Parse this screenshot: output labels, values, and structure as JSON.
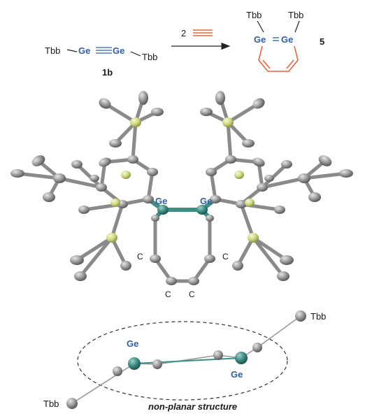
{
  "scheme": {
    "reactant": {
      "left_substituent": "Tbb",
      "ge1": "Ge",
      "ge2": "Ge",
      "right_substituent": "Tbb",
      "compound_number": "1b"
    },
    "reagent": {
      "equivalents": "2"
    },
    "product": {
      "substituent1": "Tbb",
      "substituent2": "Tbb",
      "ge1": "Ge",
      "ge2": "Ge",
      "compound_number": "5"
    }
  },
  "crystal_structure": {
    "ge_label_left": "Ge",
    "ge_label_right": "Ge",
    "carbon_labels": [
      "C",
      "C",
      "C",
      "C"
    ]
  },
  "side_view": {
    "ge_label_left": "Ge",
    "ge_label_right": "Ge",
    "substituent_top": "Tbb",
    "substituent_bottom": "Tbb",
    "caption": "non-planar structure"
  },
  "colors": {
    "germanium_text": "#2f5fa8",
    "germanium_atom": "#3e8d86",
    "silicon_atom": "#d9e08a",
    "carbon_atom": "#9a9a9a",
    "alkyne_reagent": "#e8643c"
  }
}
